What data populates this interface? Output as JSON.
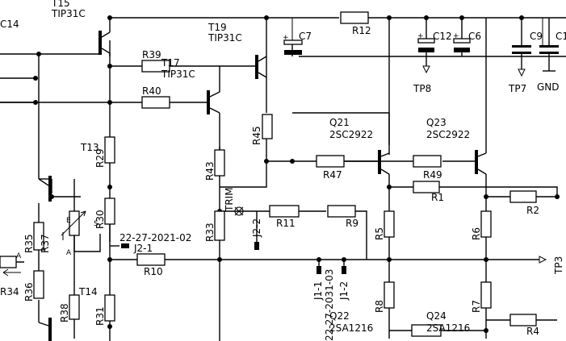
{
  "labels": {
    "t15": "T15",
    "t15_type": "TIP31C",
    "t19": "T19",
    "t19_type": "TIP31C",
    "t17": "T17",
    "t17_type": "TIP31C",
    "c14": "C14",
    "c7": "C7",
    "r12": "R12",
    "c12": "C12",
    "c6": "C6",
    "c9": "C9",
    "c1": "C1",
    "tp8": "TP8",
    "tp7": "TP7",
    "gnd": "GND",
    "r39": "R39",
    "r40": "R40",
    "r45": "R45",
    "r43": "R43",
    "q21": "Q21",
    "q21_type": "2SC2922",
    "q23": "Q23",
    "q23_type": "2SC2922",
    "r47": "R47",
    "r49": "R49",
    "r1": "R1",
    "r2": "R2",
    "t13": "T13",
    "r29": "R29",
    "r30": "R30",
    "r33": "R33",
    "r11": "R11",
    "r9": "R9",
    "r5": "R5",
    "r6": "R6",
    "tp3": "TP3",
    "j2_2": "J2-2",
    "j2_1": "J2-1",
    "j2_code": "22-27-2021-02",
    "r10": "R10",
    "r35": "R35",
    "r37": "R37",
    "r34": "R34",
    "r36": "R36",
    "t14": "T14",
    "r38": "R38",
    "r31": "R31",
    "j1_1": "J1-1",
    "j1_2": "J1-2",
    "j1_code": "22-27-2031-03",
    "q22": "Q22",
    "q22_type": "2SA1216",
    "q24": "Q24",
    "q24_type": "2SA1216",
    "r8": "R8",
    "r7": "R7",
    "r4": "R4",
    "trim": "TRIM",
    "pin_a": "A",
    "pin_e": "E",
    "pin_s": "S",
    "pin_a2": "A"
  },
  "colors": {
    "wire": "#000000",
    "background": "#ffffff"
  }
}
